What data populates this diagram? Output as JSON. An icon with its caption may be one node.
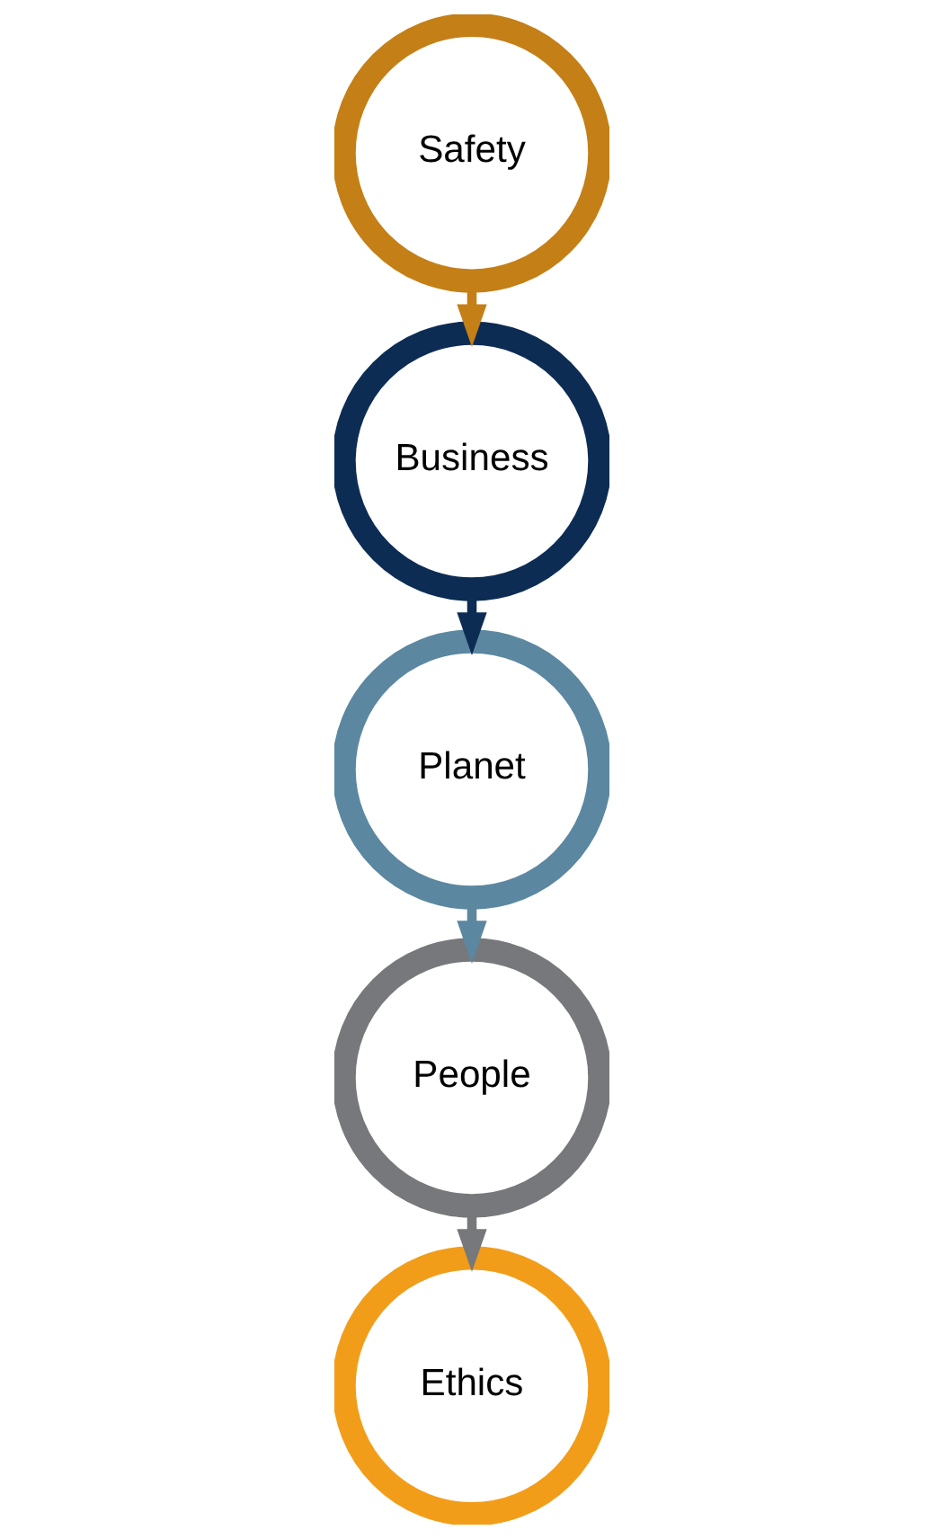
{
  "diagram": {
    "nodes": [
      {
        "text": [
          "Safety"
        ]
      },
      {
        "text": [
          "Business"
        ]
      },
      {
        "text": [
          "Planet"
        ]
      },
      {
        "text": [
          "People"
        ]
      },
      {
        "text": [
          "Ethics"
        ]
      }
    ],
    "edges": [
      {
        "from": 0,
        "to": 1,
        "arrow": "to",
        "color": "#c47f17"
      },
      {
        "from": 1,
        "to": 2,
        "arrow": "to",
        "color": "#0d2c54"
      },
      {
        "from": 2,
        "to": 3,
        "arrow": "to",
        "color": "#5b87a0"
      },
      {
        "from": 3,
        "to": 4,
        "arrow": "to",
        "color": "#76787b"
      }
    ]
  }
}
